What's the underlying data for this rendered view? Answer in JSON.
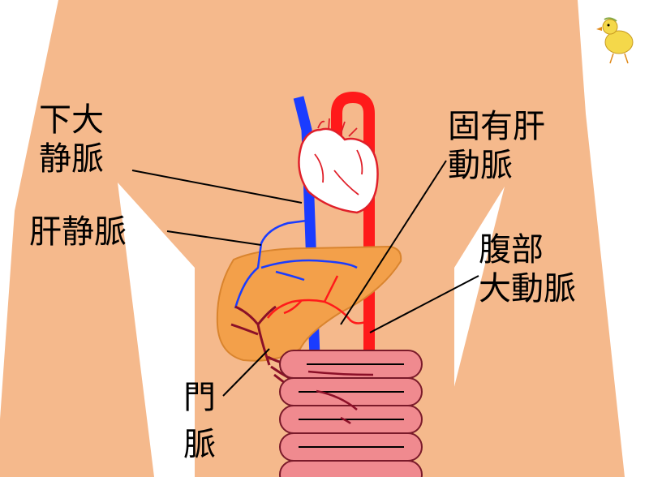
{
  "labels": {
    "ivc": [
      "下大",
      "静脈"
    ],
    "hepatic_vein": "肝静脈",
    "hepatic_artery": [
      "固有肝",
      "動脈"
    ],
    "aorta": [
      "腹部",
      "大動脈"
    ],
    "portal_vein": [
      "門",
      "脈"
    ]
  },
  "colors": {
    "skin": "#f5b98c",
    "liver": "#f3a04a",
    "liver_edge": "#d9842e",
    "vein": "#1a3cff",
    "artery": "#ff1a1a",
    "portal": "#8b1028",
    "intestine": "#f08a8f",
    "intestine_edge": "#7a1a2a",
    "heart_fill": "#ffffff",
    "heart_edge": "#e0202a"
  },
  "icons": {
    "corner": "chick-icon"
  }
}
